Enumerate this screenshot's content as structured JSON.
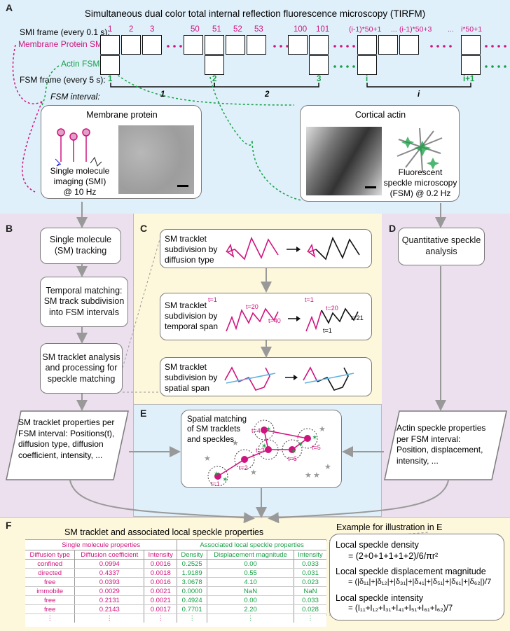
{
  "panelA": {
    "label": "A",
    "title": "Simultaneous dual color total internal reflection fluorescence microscopy (TIRFM)",
    "smi_frame_label": "SMI frame (every 0.1 s):",
    "membrane_label": "Membrane Protein SMI",
    "actin_label": "Actin FSM",
    "fsm_frame_label": "FSM frame (every 5 s):",
    "fsm_interval_label": "FSM interval:",
    "smi_numbers": [
      "1",
      "2",
      "3",
      "50",
      "51",
      "52",
      "53",
      "100",
      "101",
      "(i-1)*50+1",
      "...",
      "(i-1)*50+3",
      "...",
      "i*50+1"
    ],
    "fsm_numbers": [
      "1",
      "2",
      "3",
      "i",
      "i+1"
    ],
    "interval_numbers": [
      "1",
      "2",
      "i"
    ],
    "membrane_box": {
      "title": "Membrane protein",
      "caption": "Single molecule imaging (SMI) @ 10 Hz"
    },
    "actin_box": {
      "title": "Cortical actin",
      "caption": "Fluorescent speckle microscopy (FSM) @ 0.2 Hz"
    }
  },
  "panelB": {
    "label": "B",
    "steps": [
      "Single molecule (SM) tracking",
      "Temporal matching: SM track subdivision into FSM intervals",
      "SM tracklet analysis and processing for speckle matching"
    ],
    "output": "SM tracklet properties per FSM interval: Positions(t), diffusion type, diffusion coefficient, intensity, ..."
  },
  "panelC": {
    "label": "C",
    "steps": [
      "SM tracklet subdivision by diffusion type",
      "SM tracklet subdivision by temporal span",
      "SM tracklet subdivision by spatial span"
    ],
    "time_labels": [
      "t=1",
      "t=20",
      "t=40",
      "t=1",
      "t=20",
      "t=21",
      "t=1"
    ]
  },
  "panelD": {
    "label": "D",
    "step": "Quantitative speckle analysis",
    "output": "Actin speckle properties per FSM interval: Position, displacement, intensity, ..."
  },
  "panelE": {
    "label": "E",
    "title": "Spatial matching of SM tracklets and speckles",
    "time_labels": [
      "t=1",
      "t=2",
      "t=3",
      "t=4",
      "t=5",
      "t=6"
    ]
  },
  "panelF": {
    "label": "F",
    "table_title": "SM tracklet and associated local speckle properties",
    "group_sm": "Single molecule properties",
    "group_speckle": "Associated local speckle properties",
    "headers": [
      "Diffusion type",
      "Diffusion coefficient",
      "Intensity",
      "Density",
      "Displacement magnitude",
      "Intensity"
    ],
    "rows": [
      [
        "confined",
        "0.0994",
        "0.0016",
        "0.2525",
        "0.00",
        "0.033"
      ],
      [
        "directed",
        "0.4337",
        "0.0018",
        "1.9189",
        "0.55",
        "0.031"
      ],
      [
        "free",
        "0.0393",
        "0.0016",
        "3.0678",
        "4.10",
        "0.023"
      ],
      [
        "immobile",
        "0.0029",
        "0.0021",
        "0.0000",
        "NaN",
        "NaN"
      ],
      [
        "free",
        "0.2131",
        "0.0021",
        "0.4924",
        "0.00",
        "0.033"
      ],
      [
        "free",
        "0.2143",
        "0.0017",
        "0.7701",
        "2.20",
        "0.028"
      ],
      [
        "⋮",
        "⋮",
        "⋮",
        "⋮",
        "⋮",
        "⋮"
      ]
    ],
    "example_title": "Example for illustration in E",
    "density_label": "Local speckle density",
    "density_formula": "= (2+0+1+1+1+2)/6/πr²",
    "disp_label": "Local speckle displacement magnitude",
    "disp_formula": "= (|δ₁₁|+|δ₁₂|+|δ₃₁|+|δ₄₁|+|δ₅₁|+|δ₆₁|+|δ₆₂|)/7",
    "int_label": "Local speckle intensity",
    "int_formula": "= (I₁₁+I₁₂+I₃₁+I₄₁+I₅₁+I₆₁+I₆₂)/7"
  },
  "colors": {
    "magenta": "#d0147e",
    "green": "#16a045",
    "blue_bg": "#dff0fa",
    "purple_bg": "#ece0ef",
    "yellow_bg": "#fdf7db"
  }
}
